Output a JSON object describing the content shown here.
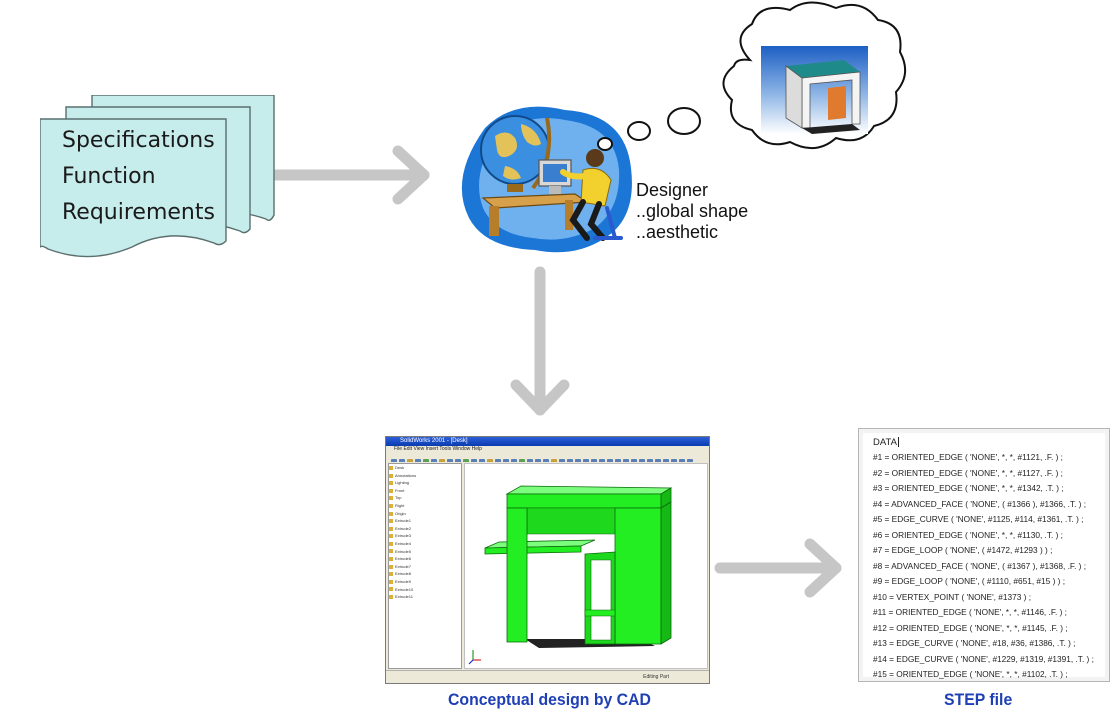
{
  "documents": {
    "lines": [
      "Specifications",
      "Function",
      "Requirements"
    ]
  },
  "designer": {
    "label_lines": [
      "Designer",
      "..global shape",
      "..aesthetic"
    ]
  },
  "cad_window": {
    "title": "SolidWorks 2001 - [Desk]",
    "menu": "File  Edit  View  Insert  Tools  Window  Help",
    "tree_items": [
      "Desk",
      "Annotations",
      "Lighting",
      "Front",
      "Top",
      "Right",
      "Origin",
      "Extrude1",
      "Extrude2",
      "Extrude3",
      "Extrude4",
      "Extrude5",
      "Extrude6",
      "Extrude7",
      "Extrude8",
      "Extrude9",
      "Extrude10",
      "Extrude11"
    ],
    "status": "Editing Part"
  },
  "step_file": {
    "header": "DATA",
    "lines": [
      "#1 = ORIENTED_EDGE ( 'NONE', *, *, #1121, .F. ) ;",
      "#2 = ORIENTED_EDGE ( 'NONE', *, *, #1127, .F. ) ;",
      "#3 = ORIENTED_EDGE ( 'NONE', *, *, #1342, .T. ) ;",
      "#4 = ADVANCED_FACE ( 'NONE', ( #1366 ), #1366, .T. ) ;",
      "#5 = EDGE_CURVE ( 'NONE', #1125, #114, #1361, .T. ) ;",
      "#6 = ORIENTED_EDGE ( 'NONE', *, *, #1130, .T. ) ;",
      "#7 = EDGE_LOOP ( 'NONE', ( #1472, #1293 ) ) ;",
      "#8 = ADVANCED_FACE ( 'NONE', ( #1367 ), #1368, .F. ) ;",
      "#9 = EDGE_LOOP ( 'NONE', ( #1110, #651, #15 ) ) ;",
      "#10 = VERTEX_POINT ( 'NONE', #1373 ) ;",
      "#11 = ORIENTED_EDGE ( 'NONE', *, *, #1146, .F. ) ;",
      "#12 = ORIENTED_EDGE ( 'NONE', *, *, #1145, .F. ) ;",
      "#13 = EDGE_CURVE ( 'NONE', #18, #36, #1386, .T. ) ;",
      "#14 = EDGE_CURVE ( 'NONE', #1229, #1319, #1391, .T. ) ;",
      "#15 = ORIENTED_EDGE ( 'NONE', *, *, #1102, .T. ) ;"
    ]
  },
  "captions": {
    "cad": "Conceptual design by CAD",
    "step": "STEP file"
  },
  "colors": {
    "document_fill": "#c6ecec",
    "arrow": "#c6c6c6",
    "desk_green": "#22ee22",
    "caption_blue": "#1f3fb5"
  }
}
